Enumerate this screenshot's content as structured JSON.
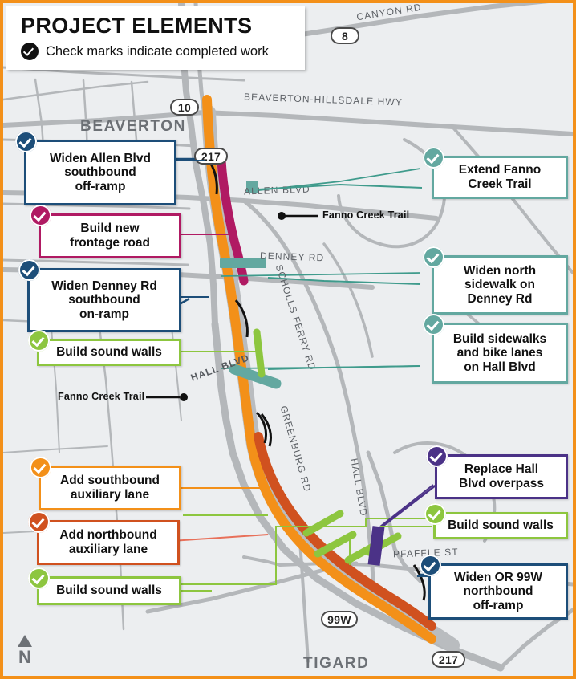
{
  "legend": {
    "title": "PROJECT ELEMENTS",
    "subtitle": "Check marks indicate completed work",
    "check_icon": "check-circle-icon"
  },
  "frame": {
    "border_color": "#f39019",
    "background_color": "#eceef0"
  },
  "colors": {
    "navy": "#1d4e79",
    "magenta": "#b01a63",
    "green": "#8dc63f",
    "teal": "#63a8a0",
    "orange": "#f39019",
    "dark_orange": "#d0511f",
    "purple": "#4b3287",
    "road_gray": "#b4b7ba",
    "text_gray": "#6c7075"
  },
  "callouts_left": [
    {
      "id": "widen-allen-blvd-southbound-off-ramp",
      "lines": [
        "Widen Allen Blvd",
        "southbound",
        "off-ramp"
      ],
      "color": "#1d4e79",
      "checked": true
    },
    {
      "id": "build-new-frontage-road",
      "lines": [
        "Build new",
        "frontage road"
      ],
      "color": "#b01a63",
      "checked": true
    },
    {
      "id": "widen-denney-rd-southbound-on-ramp",
      "lines": [
        "Widen Denney Rd",
        "southbound",
        "on-ramp"
      ],
      "color": "#1d4e79",
      "checked": true
    },
    {
      "id": "build-sound-walls-north",
      "lines": [
        "Build sound walls"
      ],
      "color": "#8dc63f",
      "checked": true
    },
    {
      "id": "add-southbound-auxiliary-lane",
      "lines": [
        "Add southbound",
        "auxiliary lane"
      ],
      "color": "#f39019",
      "checked": true
    },
    {
      "id": "add-northbound-auxiliary-lane",
      "lines": [
        "Add northbound",
        "auxiliary lane"
      ],
      "color": "#d0511f",
      "checked": true
    },
    {
      "id": "build-sound-walls-south",
      "lines": [
        "Build sound walls"
      ],
      "color": "#8dc63f",
      "checked": true
    }
  ],
  "callouts_right": [
    {
      "id": "extend-fanno-creek-trail",
      "lines": [
        "Extend Fanno",
        "Creek Trail"
      ],
      "color": "#63a8a0",
      "checked": true
    },
    {
      "id": "widen-north-sidewalk-on-denney-rd",
      "lines": [
        "Widen north",
        "sidewalk on",
        "Denney Rd"
      ],
      "color": "#63a8a0",
      "checked": true
    },
    {
      "id": "build-sidewalks-and-bike-lanes-on-hall-blvd",
      "lines": [
        "Build sidewalks",
        "and bike lanes",
        "on Hall Blvd"
      ],
      "color": "#63a8a0",
      "checked": true
    },
    {
      "id": "replace-hall-blvd-overpass",
      "lines": [
        "Replace Hall",
        "Blvd overpass"
      ],
      "color": "#4b3287",
      "checked": true
    },
    {
      "id": "build-sound-walls-east",
      "lines": [
        "Build sound walls"
      ],
      "color": "#8dc63f",
      "checked": true
    },
    {
      "id": "widen-or-99w-northbound-off-ramp",
      "lines": [
        "Widen OR 99W",
        "northbound",
        "off-ramp"
      ],
      "color": "#1d4e79",
      "checked": true
    }
  ],
  "map": {
    "road_labels": [
      "CANYON RD",
      "BEAVERTON-HILLSDALE HWY",
      "ALLEN BLVD",
      "DENNEY RD",
      "SCHOLLS FERRY RD",
      "HALL BLVD",
      "GREENBURG RD",
      "HALL BLVD",
      "PFAFFLE ST"
    ],
    "city_labels": [
      "BEAVERTON",
      "TIGARD"
    ],
    "shields": [
      "8",
      "10",
      "217",
      "99W",
      "217"
    ],
    "annotations": [
      "Fanno Creek Trail",
      "Fanno Creek Trail"
    ],
    "north_arrow_label": "N"
  }
}
